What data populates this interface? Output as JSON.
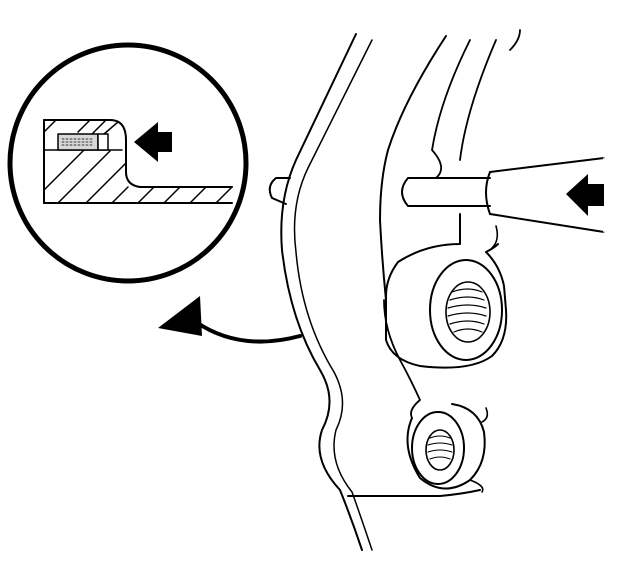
{
  "figure": {
    "title": "",
    "description_text": ""
  },
  "colors": {
    "stroke": "#000000",
    "background": "#ffffff",
    "detail_fill": "#d8d8d8"
  },
  "callouts": [
    {
      "id": "detail-arrow",
      "icon": "arrow-left-filled-icon"
    },
    {
      "id": "tool-arrow",
      "icon": "arrow-left-filled-icon"
    },
    {
      "id": "zoom-arrow",
      "icon": "curved-arrow-icon"
    }
  ]
}
